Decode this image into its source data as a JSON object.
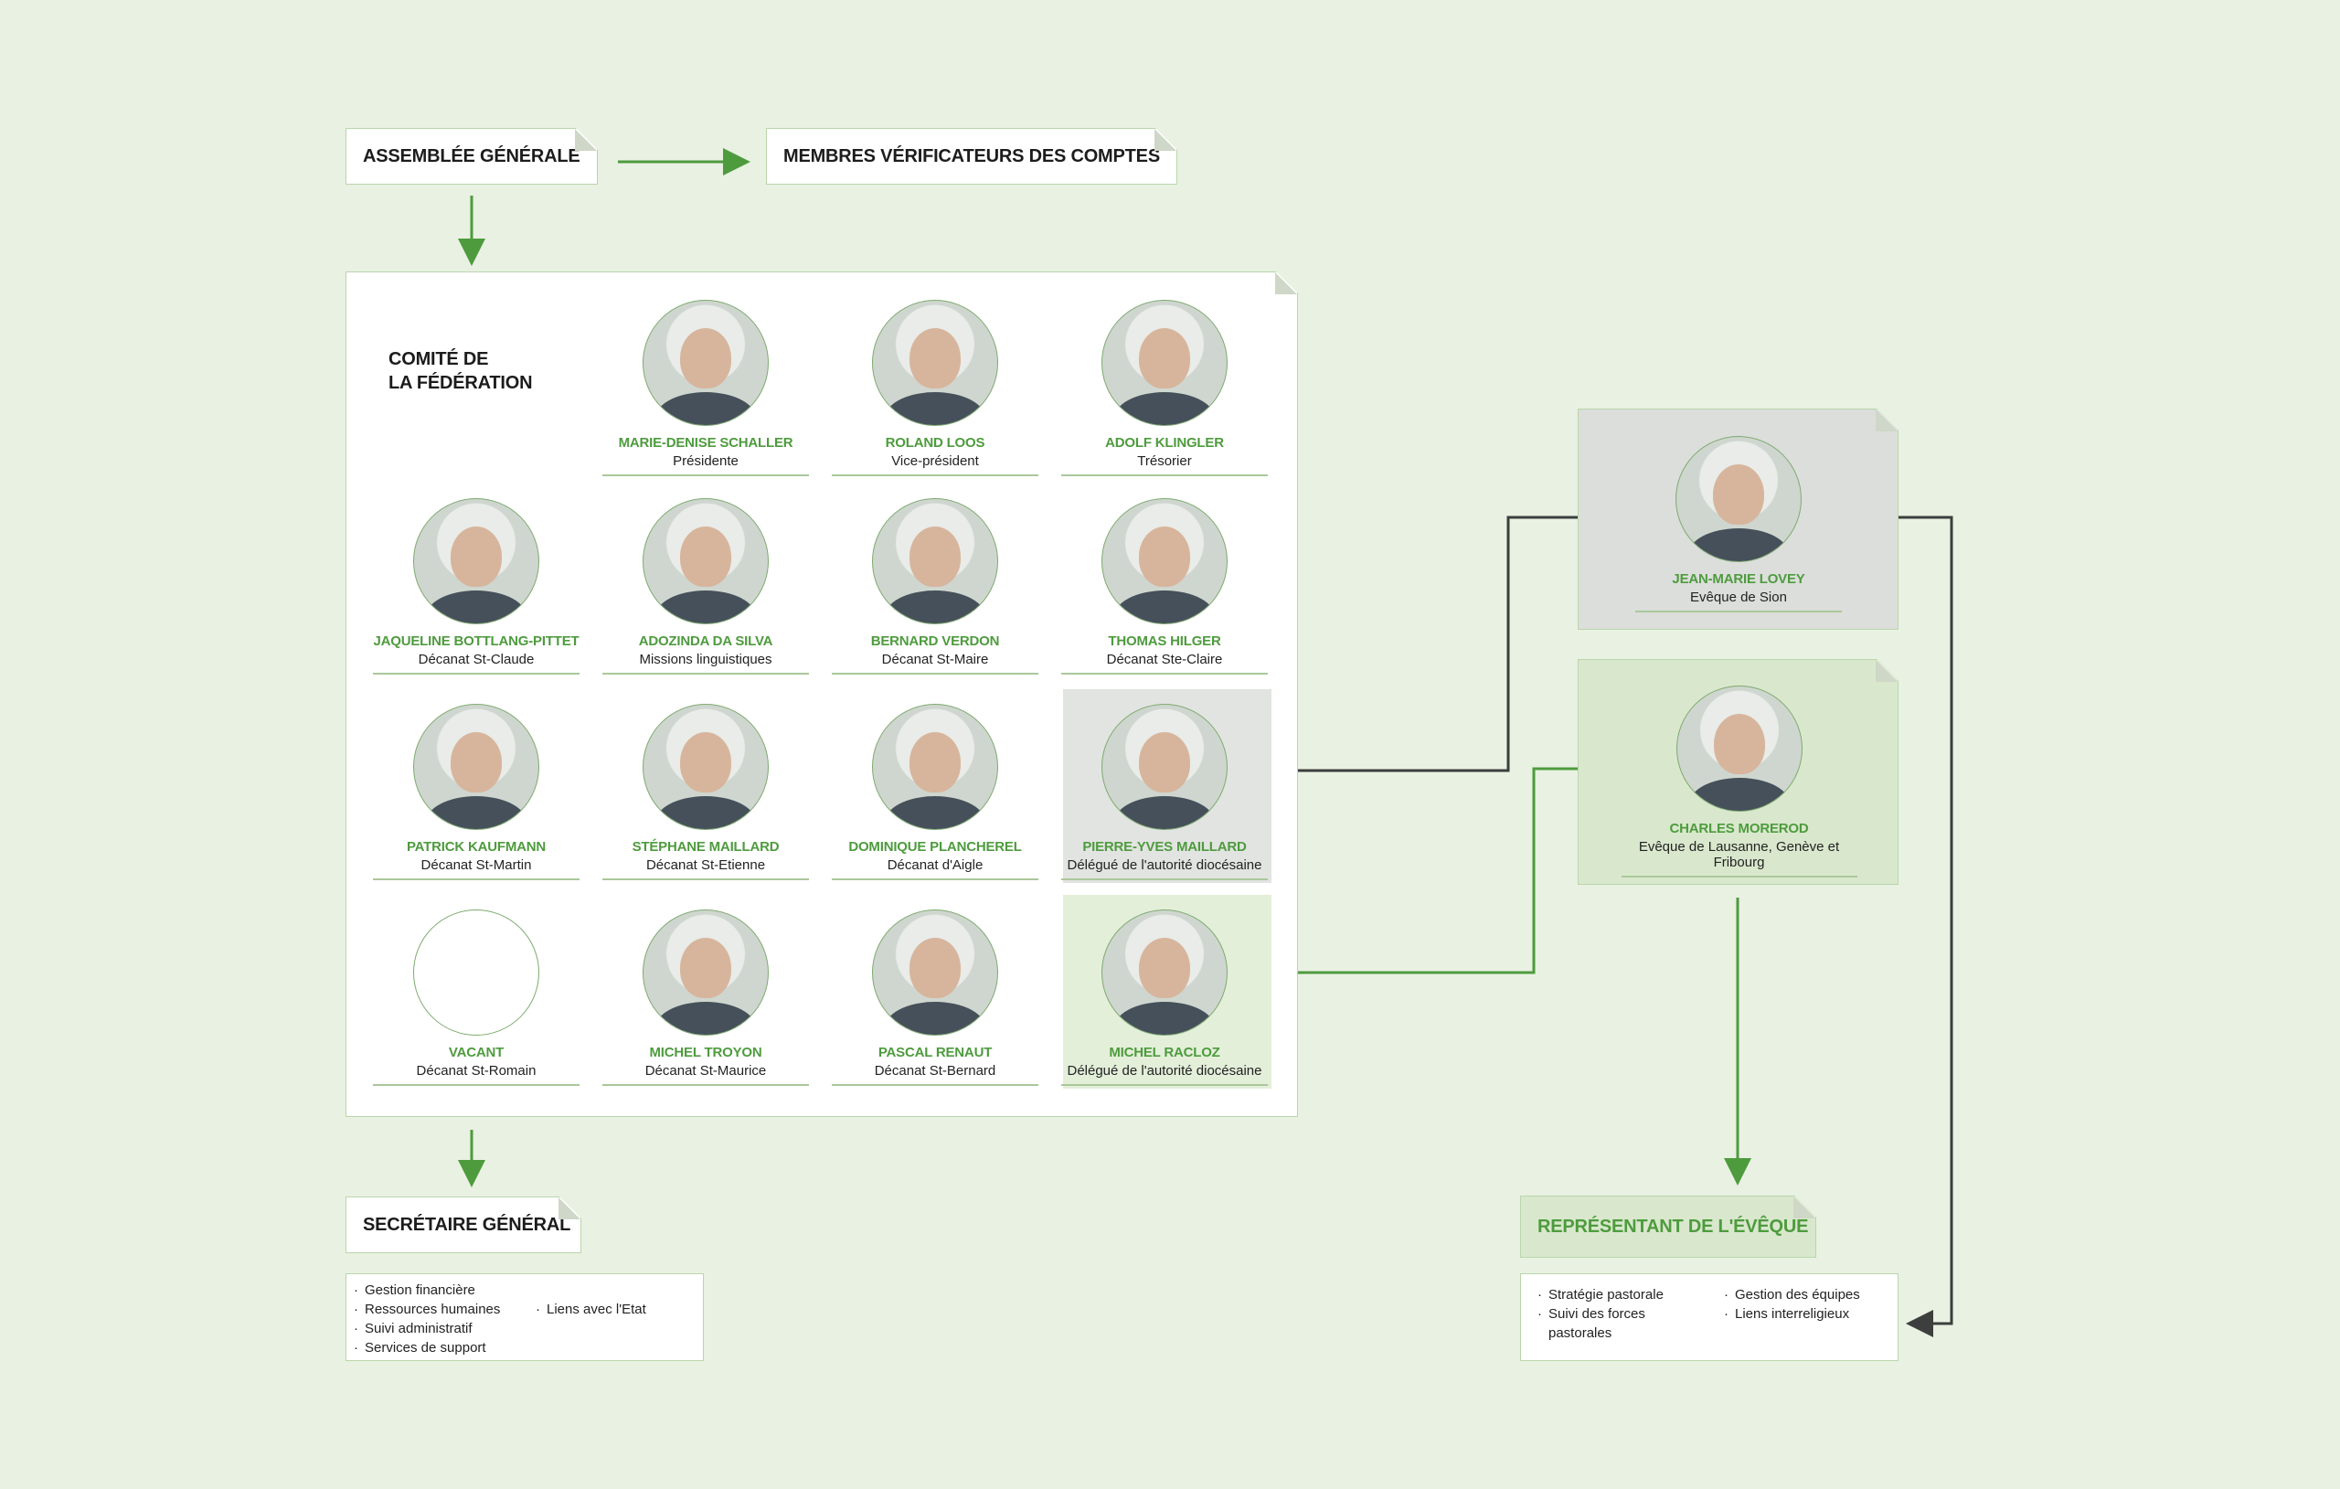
{
  "assemblee": "ASSEMBLÉE GÉNÉRALE",
  "verificateurs": "MEMBRES VÉRIFICATEURS DES COMPTES",
  "comite_title_line1": "COMITÉ DE",
  "comite_title_line2": "LA FÉDÉRATION",
  "members": [
    {
      "name": "MARIE-DENISE SCHALLER",
      "role": "Présidente"
    },
    {
      "name": "ROLAND LOOS",
      "role": "Vice-président"
    },
    {
      "name": "ADOLF KLINGLER",
      "role": "Trésorier"
    },
    {
      "name": "JAQUELINE BOTTLANG-PITTET",
      "role": "Décanat St-Claude"
    },
    {
      "name": "ADOZINDA DA SILVA",
      "role": "Missions linguistiques"
    },
    {
      "name": "BERNARD VERDON",
      "role": "Décanat St-Maire"
    },
    {
      "name": "THOMAS HILGER",
      "role": "Décanat Ste-Claire"
    },
    {
      "name": "PATRICK KAUFMANN",
      "role": "Décanat St-Martin"
    },
    {
      "name": "STÉPHANE MAILLARD",
      "role": "Décanat St-Etienne"
    },
    {
      "name": "DOMINIQUE PLANCHEREL",
      "role": "Décanat d'Aigle"
    },
    {
      "name": "PIERRE-YVES MAILLARD",
      "role": "Délégué de l'autorité diocésaine"
    },
    {
      "name": "VACANT",
      "role": "Décanat St-Romain"
    },
    {
      "name": "MICHEL TROYON",
      "role": "Décanat St-Maurice"
    },
    {
      "name": "PASCAL RENAUT",
      "role": "Décanat St-Bernard"
    },
    {
      "name": "MICHEL RACLOZ",
      "role": "Délégué de l'autorité diocésaine"
    }
  ],
  "bishops": [
    {
      "name": "JEAN-MARIE LOVEY",
      "role": "Evêque de Sion"
    },
    {
      "name": "CHARLES MOREROD",
      "role": "Evêque de Lausanne, Genève et Fribourg"
    }
  ],
  "secretaire": {
    "title": "SECRÉTAIRE GÉNÉRAL",
    "col1": [
      "Gestion financière",
      "Ressources humaines",
      "Suivi administratif",
      "Services de support"
    ],
    "col2": [
      "Liens avec l'Etat"
    ]
  },
  "representant": {
    "title": "REPRÉSENTANT DE L'ÉVÊQUE",
    "col1": [
      "Stratégie pastorale",
      "Suivi des forces pastorales"
    ],
    "col2": [
      "Gestion des équipes",
      "Liens interreligieux"
    ]
  },
  "colors": {
    "green": "#4e9b3e",
    "dark": "#3c3f3d",
    "bg": "#e9f1e2"
  }
}
